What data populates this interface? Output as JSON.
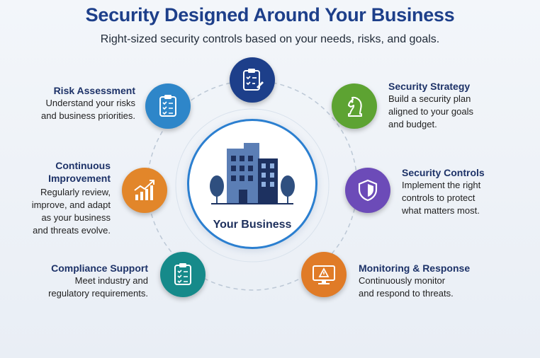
{
  "header": {
    "title": "Security Designed Around Your Business",
    "subtitle": "Right-sized security controls based on your needs, risks, and goals."
  },
  "center": {
    "label": "Your Business"
  },
  "nodes": {
    "risk_assessment": {
      "title": "Risk Assessment",
      "lines": [
        "Understand your risks",
        "and business priorities."
      ],
      "color": "#2e86c9",
      "icon": "clipboard-checklist-icon"
    },
    "continuous_improvement": {
      "title_lines": [
        "Continuous",
        "Improvement"
      ],
      "lines": [
        "Regularly review,",
        "improve, and adapt",
        "as your business",
        "and threats evolve."
      ],
      "color": "#e2862a",
      "icon": "growth-chart-icon"
    },
    "compliance_support": {
      "title": "Compliance Support",
      "lines": [
        "Meet industry and",
        "regulatory requirements."
      ],
      "color": "#168a8a",
      "icon": "compliance-clipboard-icon"
    },
    "top": {
      "color": "#1d3f8a",
      "icon": "clipboard-pen-icon"
    },
    "security_strategy": {
      "title": "Security Strategy",
      "lines": [
        "Build a security plan",
        "aligned to your goals",
        "and budget."
      ],
      "color": "#5da332",
      "icon": "chess-knight-icon"
    },
    "security_controls": {
      "title": "Security Controls",
      "lines": [
        "Implement the right",
        "controls to protect",
        "what matters most."
      ],
      "color": "#6c4bb8",
      "icon": "shield-icon"
    },
    "monitoring_response": {
      "title": "Monitoring & Response",
      "lines": [
        "Continuously monitor",
        "and respond to threats."
      ],
      "color": "#e07b27",
      "icon": "monitor-alert-icon"
    }
  }
}
